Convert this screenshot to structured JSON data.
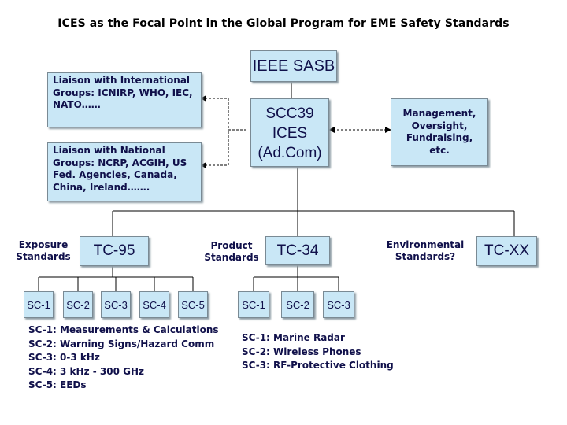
{
  "title": "ICES as the Focal Point in the Global Program for EME Safety Standards",
  "ieee_sasb": "IEEE SASB",
  "scc39": {
    "line1": "SCC39",
    "line2": "ICES",
    "line3": "(Ad.Com)"
  },
  "liaison_international": "Liaison with International Groups: ICNIRP, WHO, IEC, NATO……",
  "liaison_national": "Liaison with National Groups: NCRP, ACGIH, US Fed. Agencies, Canada, China, Ireland…….",
  "management": "Management, Oversight, Fundraising, etc.",
  "exposure_standards": {
    "line1": "Exposure",
    "line2": "Standards"
  },
  "tc95": "TC-95",
  "product_standards": {
    "line1": "Product",
    "line2": "Standards"
  },
  "tc34": "TC-34",
  "environmental_standards": {
    "line1": "Environmental",
    "line2": "Standards?"
  },
  "tcxx": "TC-XX",
  "tc95_subcommittees": [
    "SC-1",
    "SC-2",
    "SC-3",
    "SC-4",
    "SC-5"
  ],
  "tc34_subcommittees": [
    "SC-1",
    "SC-2",
    "SC-3"
  ],
  "tc95_legend": [
    "SC-1: Measurements & Calculations",
    "SC-2: Warning Signs/Hazard Comm",
    "SC-3: 0-3 kHz",
    "SC-4: 3 kHz - 300 GHz",
    "SC-5: EEDs"
  ],
  "tc34_legend": [
    "SC-1: Marine Radar",
    "SC-2: Wireless Phones",
    "SC-3: RF-Protective Clothing"
  ],
  "colors": {
    "box_fill": "#c9e7f6",
    "box_text": "#10104a",
    "line": "#000000"
  }
}
